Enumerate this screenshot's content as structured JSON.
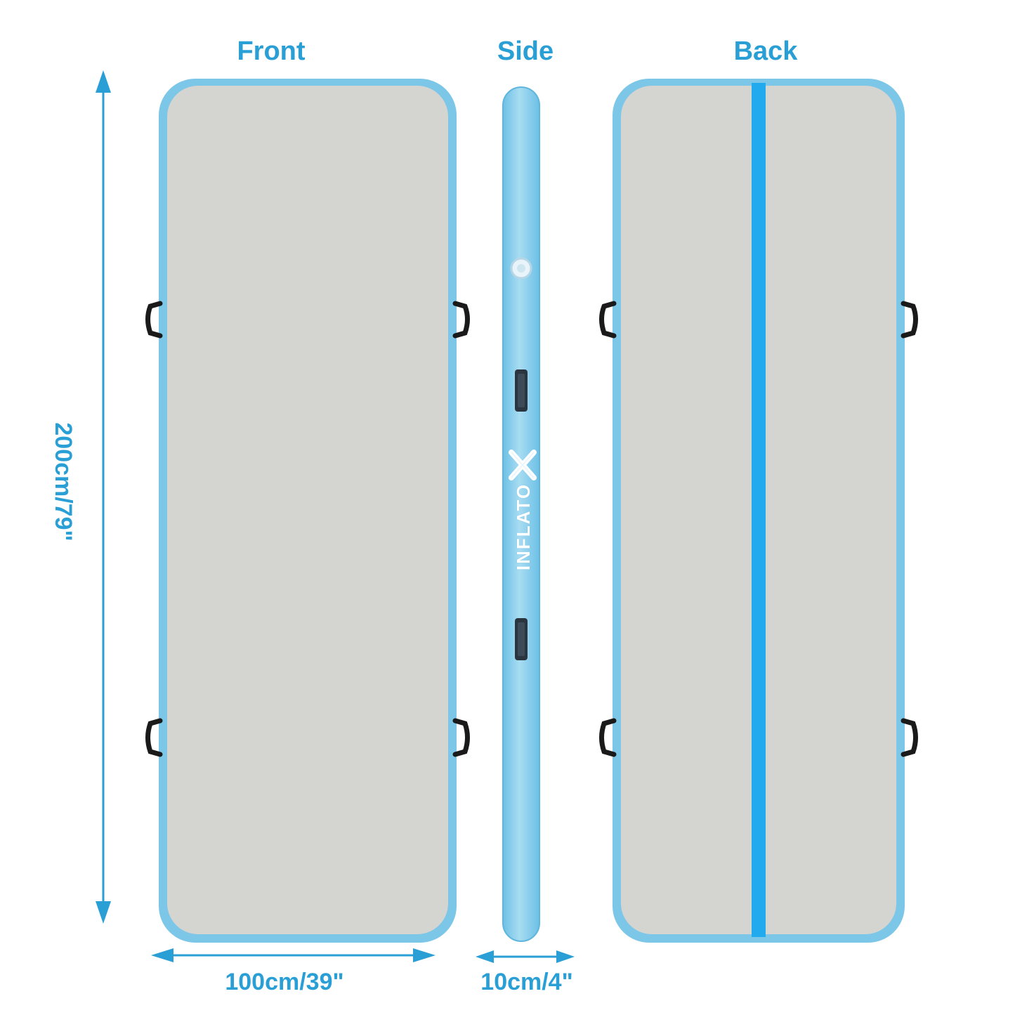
{
  "labels": {
    "front": "Front",
    "side": "Side",
    "back": "Back"
  },
  "dimensions": {
    "width": "100cm/39\"",
    "depth": "10cm/4\"",
    "height": "200cm/79\""
  },
  "brand": {
    "name": "INFLATO"
  },
  "colors": {
    "accent": "#2a9fd6",
    "mat_edge": "#7cc6e8",
    "mat_surface": "#d4d4d0",
    "back_stripe": "#22aaee",
    "handle": "#1a1a1a"
  }
}
